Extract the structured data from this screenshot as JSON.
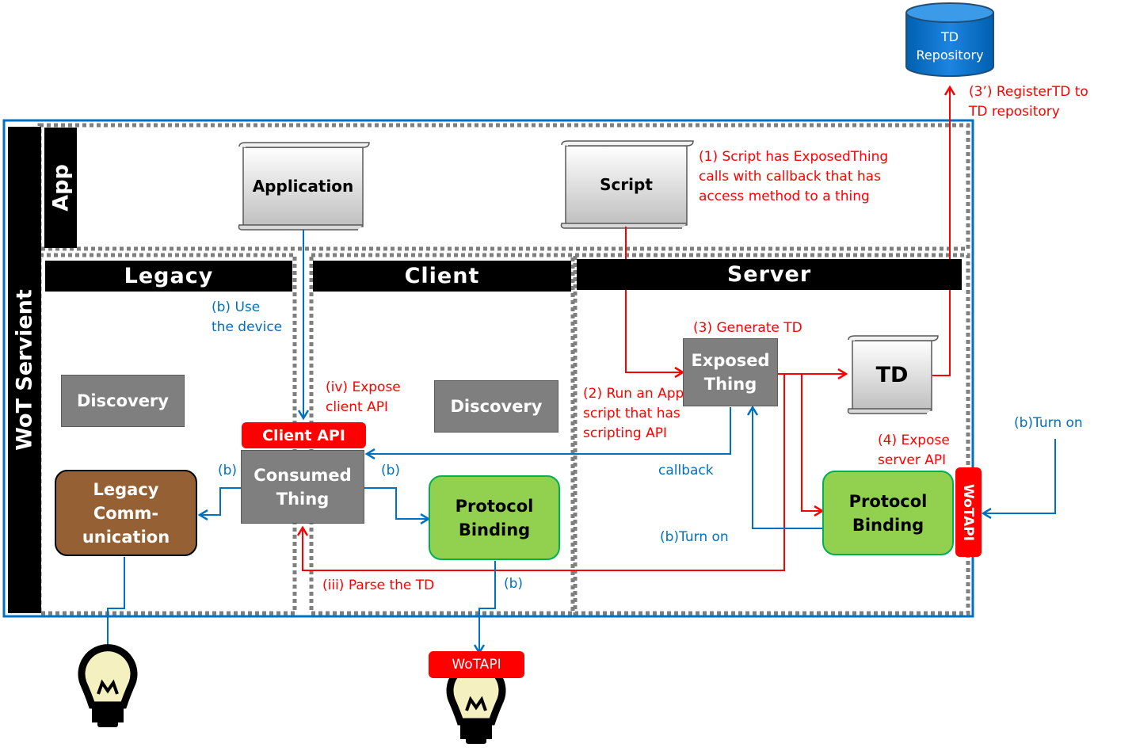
{
  "headers": {
    "servient": "WoT Servient",
    "app": "App",
    "legacy": "Legacy",
    "client": "Client",
    "server": "Server"
  },
  "nodes": {
    "td_repository": "TD\nRepository",
    "application": "Application",
    "script": "Script",
    "td": "TD",
    "legacy_discovery": "Discovery",
    "client_discovery": "Discovery",
    "exposed_thing": "Exposed\nThing",
    "consumed_thing": "Consumed\nThing",
    "legacy_communication": "Legacy\nComm-\nunication",
    "client_protocol_binding": "Protocol\nBinding",
    "server_protocol_binding": "Protocol\nBinding",
    "client_api_tag": "Client API",
    "wot_api_server_tag": "WoTAPI",
    "wot_api_client_tag": "WoTAPI"
  },
  "annotations": {
    "register_td": "(3’) RegisterTD to\nTD repository",
    "script_calls": "(1) Script has ExposedThing\ncalls with callback that has\naccess method to a thing",
    "generate_td": "(3) Generate TD",
    "run_app_script": "(2) Run an App\nscript that has\nscripting API",
    "expose_server_api": "(4) Expose\nserver API",
    "expose_client_api": "(iv) Expose\nclient API",
    "parse_td": "(iii) Parse the TD",
    "use_device": "(b) Use\nthe device",
    "b_left": "(b)",
    "b_right": "(b)",
    "b_bottom": "(b)",
    "callback": "callback",
    "turn_on_server": "(b)Turn on",
    "turn_on_external": "(b)Turn on"
  },
  "colors": {
    "red_flow": "#ff0000",
    "blue_flow": "#0070c0",
    "servient_border": "#0070c0",
    "gray_box": "#7f7f7f",
    "green_box": "#92d050",
    "brown_box": "#956134"
  }
}
